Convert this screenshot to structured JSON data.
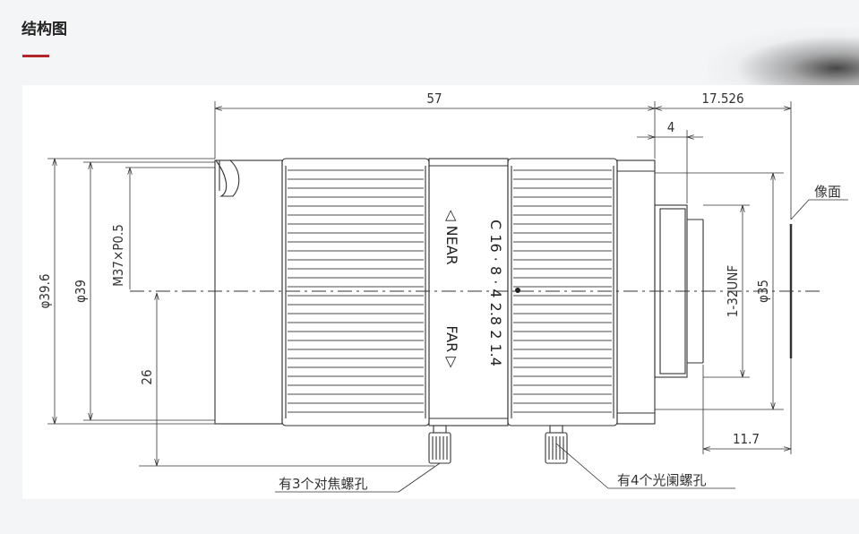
{
  "page": {
    "title": "结构图"
  },
  "drawing": {
    "dimensions": {
      "overall_length": "57",
      "flange_distance": "17.526",
      "rear_offset": "4",
      "dia_front_outer": "φ39.6",
      "dia_front": "φ39",
      "front_thread": "M37×P0.5",
      "height_to_axis": "26",
      "rear_thread": "1-32UNF",
      "dia_rear": "φ35",
      "rear_length": "11.7"
    },
    "labels": {
      "image_plane": "像面",
      "focus_screws": "有3个对焦螺孔",
      "iris_screws": "有4个光阑螺孔"
    },
    "focus_ring": {
      "near": "◁ NEAR",
      "far": "FAR ▷"
    },
    "aperture_scale": "C 16 · 8 · 4  2.8  2  1.4",
    "colors": {
      "accent": "#b3272a",
      "line": "#333333"
    }
  }
}
